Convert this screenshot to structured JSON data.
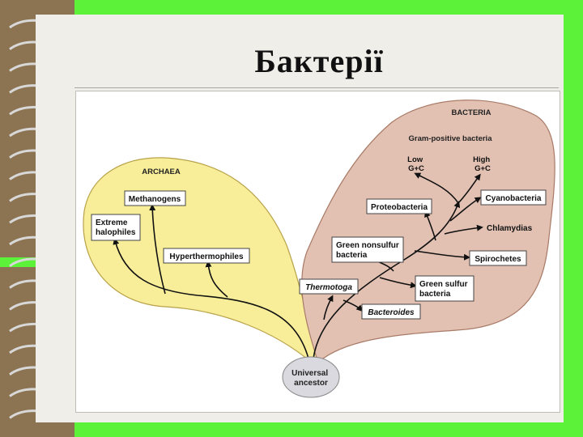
{
  "slide": {
    "title": "Бактерії",
    "colors": {
      "background": "#5cf23a",
      "border": "#8c7351",
      "slide": "#efeee8",
      "archaea": "#f8ee9a",
      "bacteria": "#e2c1b3"
    }
  },
  "diagram": {
    "archaea": {
      "domain_label": "ARCHAEA",
      "groups": {
        "methanogens": "Methanogens",
        "extreme_halophiles": [
          "Extreme",
          "halophiles"
        ],
        "hyperthermophiles": "Hyperthermophiles"
      }
    },
    "bacteria": {
      "domain_label": "BACTERIA",
      "gram_positive": "Gram-positive bacteria",
      "low_gc": [
        "Low",
        "G+C"
      ],
      "high_gc": [
        "High",
        "G+C"
      ],
      "groups": {
        "proteobacteria": "Proteobacteria",
        "cyanobacteria": "Cyanobacteria",
        "chlamydias": "Chlamydias",
        "green_nonsulfur": [
          "Green nonsulfur",
          "bacteria"
        ],
        "spirochetes": "Spirochetes",
        "thermotoga": "Thermotoga",
        "green_sulfur": [
          "Green sulfur",
          "bacteria"
        ],
        "bacteroides": "Bacteroides"
      }
    },
    "root": [
      "Universal",
      "ancestor"
    ]
  }
}
